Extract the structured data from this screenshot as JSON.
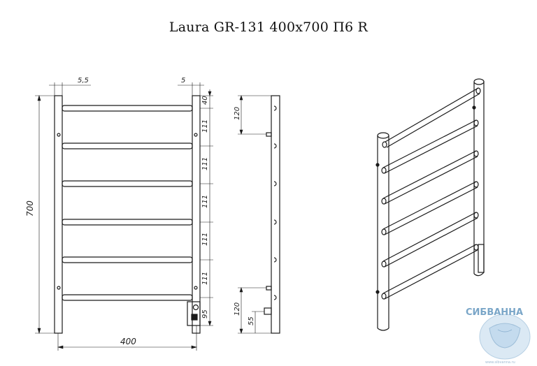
{
  "title": "Laura GR-131 400x700 П6  R",
  "dimensions": {
    "offset_left": "5,5",
    "offset_right": "5",
    "total_height": "700",
    "total_width": "400",
    "right_column": [
      "40",
      "111",
      "111",
      "111",
      "111",
      "111",
      "95"
    ],
    "side_top": "120",
    "side_bottom": "120",
    "side_small": "55"
  },
  "logo": {
    "name": "СИБВАННА",
    "url": "www.sibvanna.ru"
  },
  "colors": {
    "line": "#1a1a1a",
    "logo": "#7aa6c8"
  }
}
